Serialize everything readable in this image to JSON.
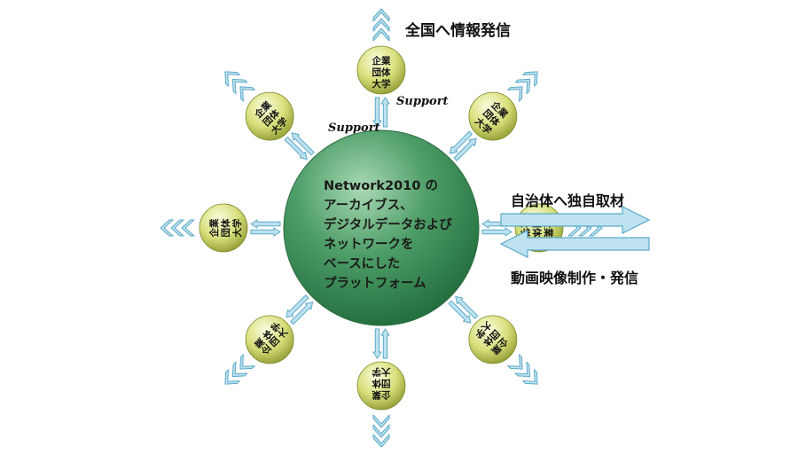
{
  "header_label": "全国へ情報発信",
  "hub": {
    "lines": [
      "Network2010 の",
      "アーカイブス、",
      "デジタルデータおよび",
      "ネットワークを",
      "ベースにした",
      "プラットフォーム"
    ]
  },
  "satellite_lines": [
    "企業",
    "団体",
    "大学"
  ],
  "support_label": "Support",
  "right_labels": {
    "top": "自治体へ独自取材",
    "bottom": "動画映像制作・発信"
  },
  "colors": {
    "arrow_fill": "#bfe2f0",
    "arrow_stroke": "#5aa9c8",
    "hub_dark": "#1f6b3a",
    "hub_light": "#6fb88a",
    "node_light": "#f4f7c0",
    "node_dark": "#9aa638"
  }
}
